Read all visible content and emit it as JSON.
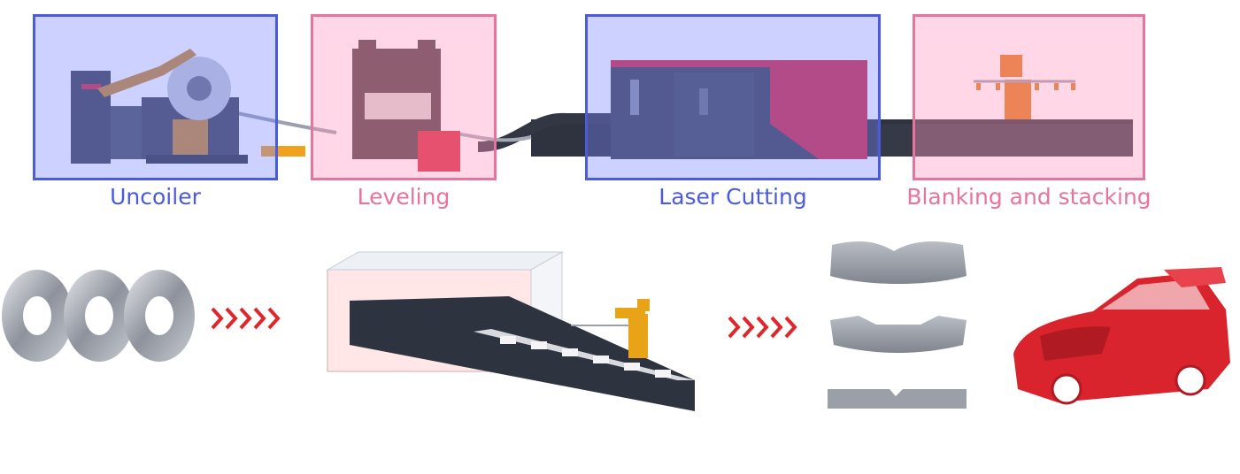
{
  "stages": [
    {
      "label": "Uncoiler",
      "color": "#4a5be0",
      "fill": "rgba(120,135,255,0.38)"
    },
    {
      "label": "Leveling",
      "color": "#e8739d",
      "fill": "rgba(255,150,190,0.38)"
    },
    {
      "label": "Laser Cutting",
      "color": "#4a5be0",
      "fill": "rgba(120,135,255,0.38)"
    },
    {
      "label": "Blanking and stacking",
      "color": "#e8739d",
      "fill": "rgba(255,150,190,0.38)"
    }
  ],
  "flow_steps": [
    {
      "name": "steel-coils",
      "icon": "steel-coil-icon"
    },
    {
      "name": "laser-cutting-line",
      "icon": "laser-cutter-icon"
    },
    {
      "name": "cut-blanks",
      "icon": "metal-blank-icon"
    },
    {
      "name": "car-body",
      "icon": "car-body-icon"
    }
  ],
  "colors": {
    "arrow": "#e0262b",
    "machine_dark": "#3a3f4e",
    "machine_red": "#d6283e",
    "robot": "#e8a317",
    "car": "#d9232d"
  }
}
